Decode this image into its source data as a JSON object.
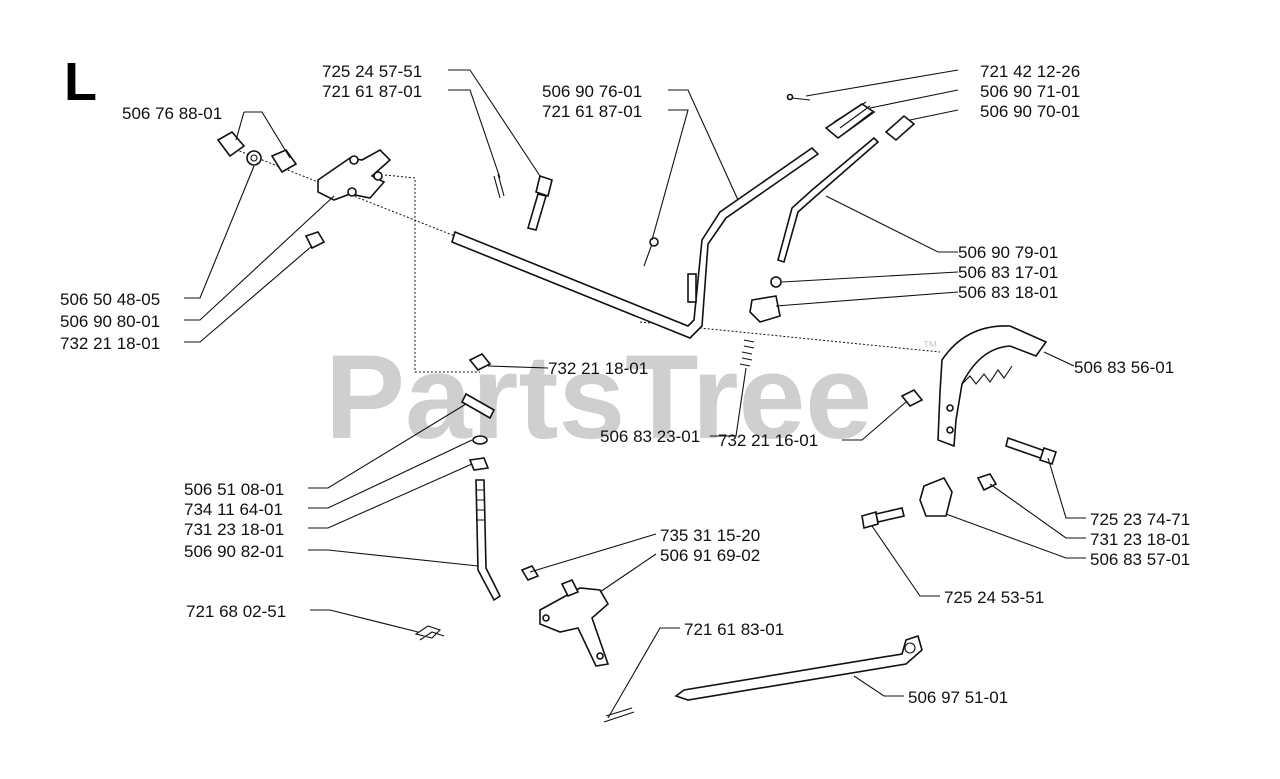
{
  "section_letter": "L",
  "watermark": "PartsTree",
  "watermark_mark": "™",
  "part_labels": [
    "725 24 57-51",
    "721 61 87-01",
    "506 90 76-01",
    "721 61 87-01",
    "721 42 12-26",
    "506 90 71-01",
    "506 90 70-01",
    "506 76 88-01",
    "506 90 79-01",
    "506 83 17-01",
    "506 83 18-01",
    "506 50 48-05",
    "506 90 80-01",
    "732 21 18-01",
    "732 21 18-01",
    "506 83 56-01",
    "506 83 23-01",
    "732 21 16-01",
    "506 51 08-01",
    "734 11 64-01",
    "731 23 18-01",
    "506 90 82-01",
    "725 23 74-71",
    "731 23 18-01",
    "506 83 57-01",
    "735 31 15-20",
    "506 91 69-02",
    "725 24 53-51",
    "721 68 02-51",
    "721 61 83-01",
    "506 97 51-01"
  ]
}
